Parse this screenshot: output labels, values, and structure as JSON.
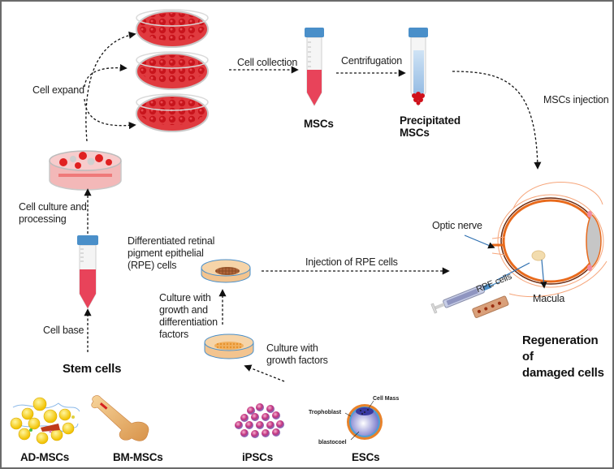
{
  "title": "Stem cell therapy workflow for retinal regeneration",
  "colors": {
    "dish_red": "#e03a3f",
    "cell_red": "#c8141c",
    "tube_cap": "#4a8fc9",
    "eye_orange": "#e86a1c",
    "pointer_blue": "#2d6fb0",
    "rpe_dish": "#f3c48f",
    "border": "#6a6a6a"
  },
  "labels": {
    "cell_expand": "Cell expand",
    "cell_collection": "Cell collection",
    "centrifugation": "Centrifugation",
    "mscs": "MSCs",
    "precipitated_mscs": "Precipitated\nMSCs",
    "mscs_injection": "MSCs injection",
    "cell_culture": "Cell culture and\nprocessing",
    "cell_base": "Cell base",
    "stem_cells": "Stem cells",
    "differentiated_rpe": "Differentiated retinal\npigment  epithelial\n(RPE) cells",
    "injection_rpe": "Injection of RPE cells",
    "culture_growth_diff": "Culture with\ngrowth and\ndifferentiation\nfactors",
    "culture_growth": "Culture with\ngrowth factors",
    "optic_nerve": "Optic nerve",
    "macula": "Macula",
    "rpe_cells": "RPE cells",
    "regeneration": "Regeneration of\ndamaged cells"
  },
  "sources": [
    {
      "id": "ad-mscs",
      "label": "AD-MSCs"
    },
    {
      "id": "bm-mscs",
      "label": "BM-MSCs"
    },
    {
      "id": "ipscs",
      "label": "iPSCs"
    },
    {
      "id": "escs",
      "label": "ESCs"
    }
  ],
  "blastocyst": {
    "cell_mass": "Cell Mass",
    "trophoblast": "Trophoblast",
    "blastocoel": "blastocoel"
  }
}
